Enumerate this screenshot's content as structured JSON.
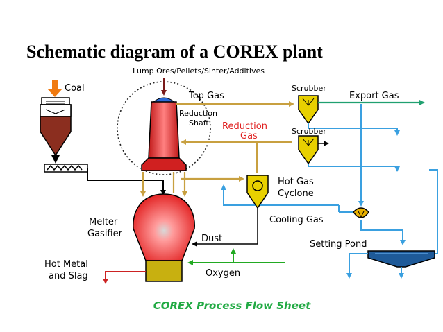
{
  "title": "Schematic diagram of a COREX plant",
  "caption": "COREX Process Flow Sheet",
  "labels": {
    "feed": "Lump Ores/Pellets/Sinter/Additives",
    "coal": "Coal",
    "top_gas": "Top Gas",
    "reduction_shaft_1": "Reduction",
    "reduction_shaft_2": "Shaft",
    "reduction_gas_1": "Reduction",
    "reduction_gas_2": "Gas",
    "scrubber_top": "Scrubber",
    "scrubber_mid": "Scrubber",
    "export_gas": "Export Gas",
    "hot_gas_cyclone_1": "Hot Gas",
    "hot_gas_cyclone_2": "Cyclone",
    "cooling_gas": "Cooling Gas",
    "melter_gasifier_1": "Melter",
    "melter_gasifier_2": "Gasifier",
    "dust": "Dust",
    "setting_pond": "Setting Pond",
    "hot_metal_1": "Hot Metal",
    "hot_metal_2": "and Slag",
    "oxygen": "Oxygen"
  },
  "colors": {
    "top_gas_line": "#c8a040",
    "export_line": "#20a070",
    "water_line": "#3aa0e0",
    "oxygen_line": "#22aa22",
    "hot_metal_line": "#cc2222",
    "shaft": "#e23a3a",
    "coal_bin": "#8b2e1f",
    "gasifier": "#e01818",
    "scrubber": "#e8d000",
    "caption": "#22aa44",
    "reduction_gas_text": "#e02020"
  }
}
